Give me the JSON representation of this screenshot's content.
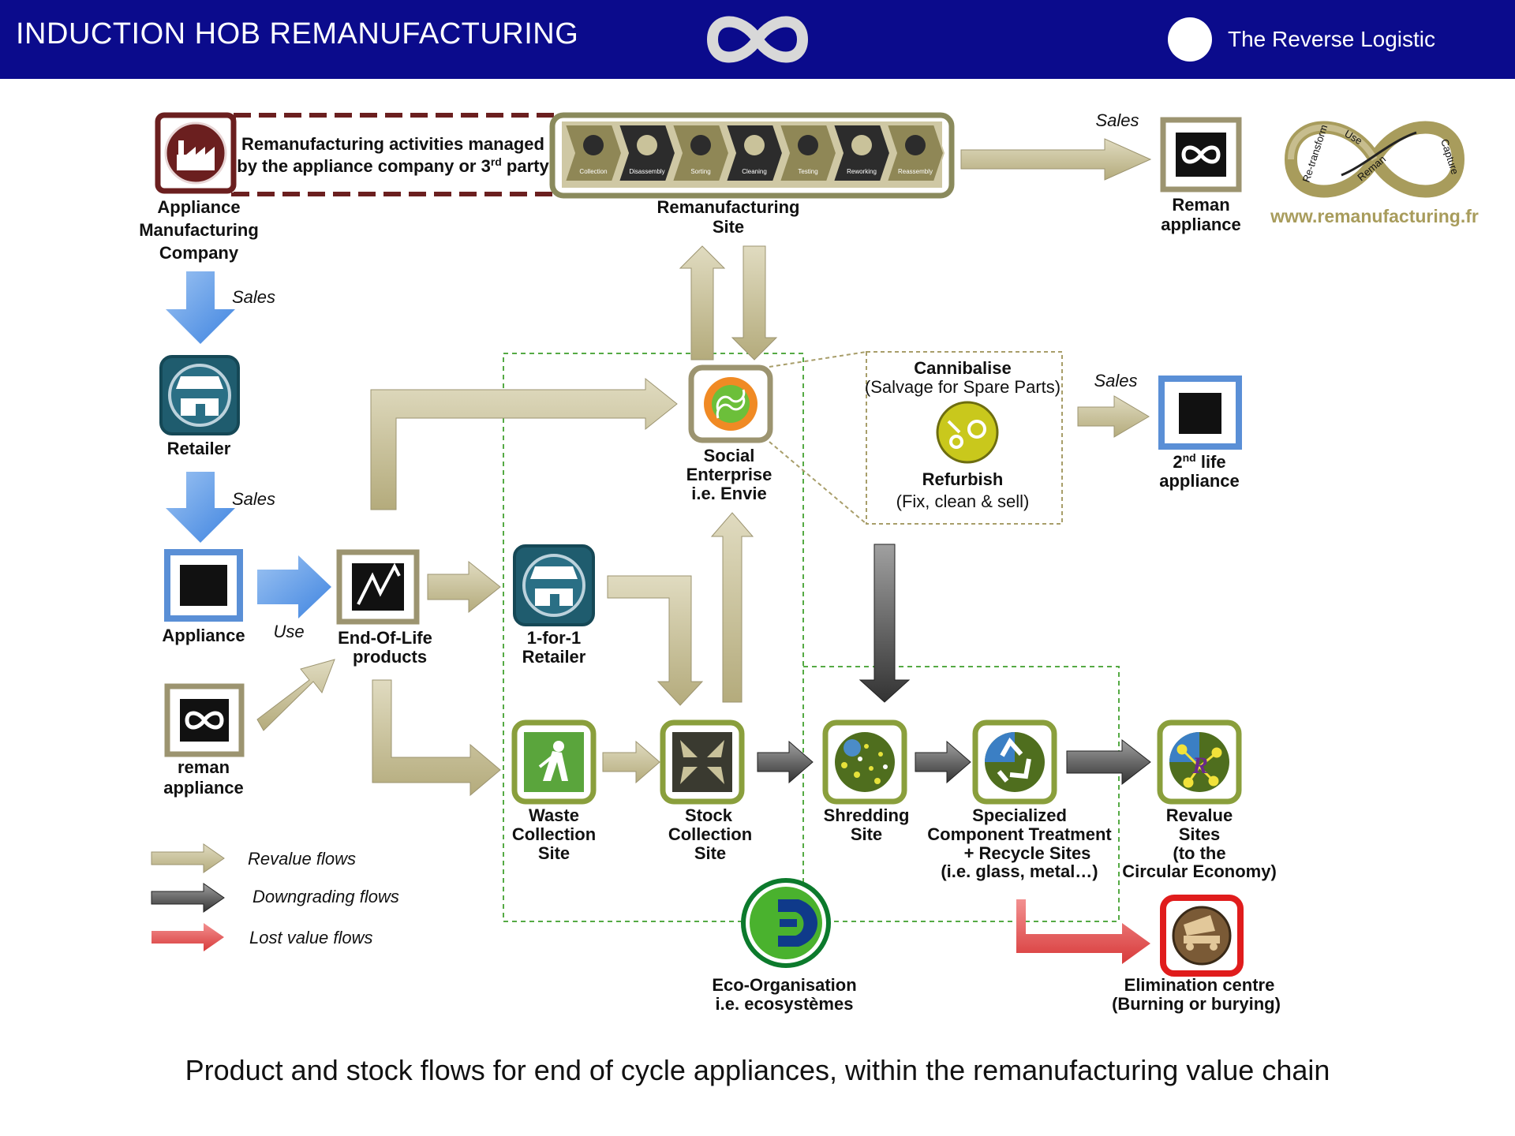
{
  "header": {
    "title": "INDUCTION HOB REMANUFACTURING",
    "right_text": "The Reverse Logistic",
    "bg_color": "#0b0b8c"
  },
  "top": {
    "managed_line1": "Remanufacturing activities managed",
    "managed_line2a": "by the appliance company or 3",
    "managed_sup": "rd",
    "managed_line2b": " party",
    "process_steps": [
      "Collection",
      "Disassembly",
      "Sorting",
      "Cleaning",
      "Testing",
      "Reworking",
      "Reassembly"
    ],
    "site_line1": "Remanufacturing",
    "site_line2": "Site",
    "sales_label": "Sales",
    "reman_line1": "Reman",
    "reman_line2": "appliance",
    "website": "www.remanufacturing.fr",
    "logo_words": [
      "Re-transform",
      "Use",
      "Reman",
      "Capture"
    ]
  },
  "left": {
    "company_line1": "Appliance",
    "company_line2": "Manufacturing",
    "company_line3": "Company",
    "sales1": "Sales",
    "retailer": "Retailer",
    "sales2": "Sales",
    "appliance": "Appliance",
    "use": "Use",
    "eol_line1": "End-Of-Life",
    "eol_line2": "products",
    "reman_line1": "reman",
    "reman_line2": "appliance"
  },
  "middle": {
    "social_line1": "Social",
    "social_line2": "Enterprise",
    "social_line3": "i.e. Envie",
    "cannibalise": "Cannibalise",
    "salvage": "(Salvage for Spare Parts)",
    "refurbish": "Refurbish",
    "fix": "(Fix, clean & sell)",
    "sales3": "Sales",
    "second_line1": "2",
    "second_sup": "nd",
    "second_line1b": " life",
    "second_line2": "appliance",
    "onefor1_line1": "1-for-1",
    "onefor1_line2": "Retailer"
  },
  "bottom": {
    "waste": [
      "Waste",
      "Collection",
      "Site"
    ],
    "stock": [
      "Stock",
      "Collection",
      "Site"
    ],
    "shredding": [
      "Shredding",
      "Site"
    ],
    "specialized": [
      "Specialized",
      "Component Treatment",
      "+ Recycle Sites",
      "(i.e. glass, metal…)"
    ],
    "revalue": [
      "Revalue",
      "Sites",
      "(to the",
      "Circular Economy)"
    ],
    "eco": [
      "Eco-Organisation",
      "i.e. ecosystèmes"
    ],
    "elimination": [
      "Elimination centre",
      "(Burning or burying)"
    ]
  },
  "legend": {
    "revalue": "Revalue flows",
    "downgrading": "Downgrading flows",
    "lost": "Lost value flows",
    "colors": {
      "revalue": "#c9c29a",
      "downgrading": "#555555",
      "lost": "#e05050"
    }
  },
  "caption": "Product and stock flows for end of cycle appliances, within the remanufacturing value chain"
}
